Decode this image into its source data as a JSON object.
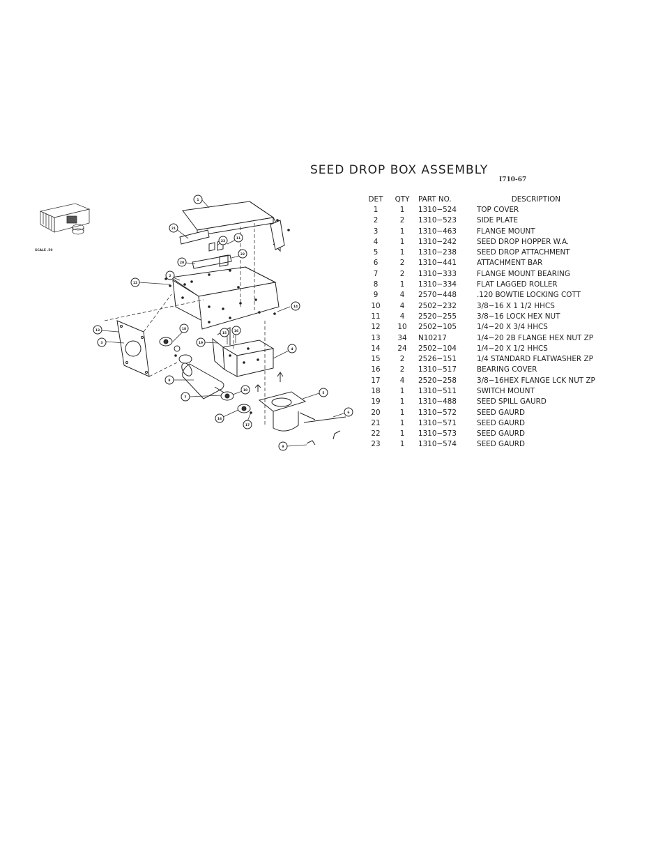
{
  "title": "SEED DROP BOX ASSEMBLY",
  "drawing_number": "I710-67",
  "thumbnail_scale_label": "SCALE .50",
  "table": {
    "headers": {
      "det": "DET",
      "qty": "QTY",
      "part": "PART NO.",
      "desc": "DESCRIPTION"
    },
    "rows": [
      {
        "det": "1",
        "qty": "1",
        "part": "1310−524",
        "desc": "TOP COVER"
      },
      {
        "det": "2",
        "qty": "2",
        "part": "1310−523",
        "desc": "SIDE PLATE"
      },
      {
        "det": "3",
        "qty": "1",
        "part": "1310−463",
        "desc": "FLANGE MOUNT"
      },
      {
        "det": "4",
        "qty": "1",
        "part": "1310−242",
        "desc": "SEED DROP HOPPER W.A."
      },
      {
        "det": "5",
        "qty": "1",
        "part": "1310−238",
        "desc": "SEED DROP ATTACHMENT"
      },
      {
        "det": "6",
        "qty": "2",
        "part": "1310−441",
        "desc": "ATTACHMENT BAR"
      },
      {
        "det": "7",
        "qty": "2",
        "part": "1310−333",
        "desc": "FLANGE MOUNT BEARING"
      },
      {
        "det": "8",
        "qty": "1",
        "part": "1310−334",
        "desc": "FLAT LAGGED ROLLER"
      },
      {
        "det": "9",
        "qty": "4",
        "part": "2570−448",
        "desc": ".120 BOWTIE LOCKING COTT"
      },
      {
        "det": "10",
        "qty": "4",
        "part": "2502−232",
        "desc": "3/8−16 X 1 1/2 HHCS"
      },
      {
        "det": "11",
        "qty": "4",
        "part": "2520−255",
        "desc": "3/8−16 LOCK HEX NUT"
      },
      {
        "det": "12",
        "qty": "10",
        "part": "2502−105",
        "desc": "1/4−20 X 3/4 HHCS"
      },
      {
        "det": "13",
        "qty": "34",
        "part": "N10217",
        "desc": "1/4−20 2B FLANGE HEX NUT ZP"
      },
      {
        "det": "14",
        "qty": "24",
        "part": "2502−104",
        "desc": "1/4−20 X 1/2 HHCS"
      },
      {
        "det": "15",
        "qty": "2",
        "part": "2526−151",
        "desc": "1/4 STANDARD FLATWASHER ZP"
      },
      {
        "det": "16",
        "qty": "2",
        "part": "1310−517",
        "desc": "BEARING COVER"
      },
      {
        "det": "17",
        "qty": "4",
        "part": "2520−258",
        "desc": "3/8−16HEX FLANGE LCK NUT ZP"
      },
      {
        "det": "18",
        "qty": "1",
        "part": "1310−511",
        "desc": "SWITCH MOUNT"
      },
      {
        "det": "19",
        "qty": "1",
        "part": "1310−488",
        "desc": "SEED SPILL GAURD"
      },
      {
        "det": "20",
        "qty": "1",
        "part": "1310−572",
        "desc": "SEED GAURD"
      },
      {
        "det": "21",
        "qty": "1",
        "part": "1310−571",
        "desc": "SEED GAURD"
      },
      {
        "det": "22",
        "qty": "1",
        "part": "1310−573",
        "desc": "SEED GAURD"
      },
      {
        "det": "23",
        "qty": "1",
        "part": "1310−574",
        "desc": "SEED GAURD"
      }
    ]
  },
  "callouts": [
    "1",
    "2",
    "3",
    "5",
    "6",
    "7",
    "8",
    "9",
    "10",
    "11",
    "12",
    "13",
    "14",
    "15",
    "16",
    "17",
    "18",
    "19",
    "20",
    "21",
    "22",
    "23"
  ]
}
